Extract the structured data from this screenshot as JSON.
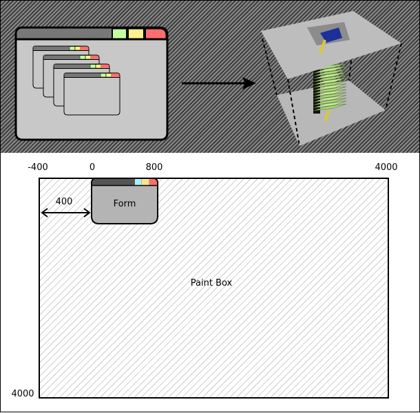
{
  "top_panel": {
    "description_icons": [
      "nested-forms-icon",
      "arrow-right-icon",
      "3d-layer-stack-icon"
    ],
    "colors": {
      "green": "#c4ffa0",
      "yellow": "#fff18f",
      "red": "#ff6e6e",
      "titlebar": "#787878",
      "body": "#c8c8c8"
    }
  },
  "diagram": {
    "axis_labels": {
      "neg400": "-400",
      "zero": "0",
      "x800": "800",
      "x4000": "4000",
      "y4000": "4000"
    },
    "offset_label": "400",
    "form_label": "Form",
    "paintbox_label": "Paint Box",
    "colors": {
      "cyan": "#a6f4ff",
      "yellow": "#ffe680",
      "red": "#ff6e6e",
      "titlebar": "#555555",
      "form": "#b4b4b4"
    }
  }
}
